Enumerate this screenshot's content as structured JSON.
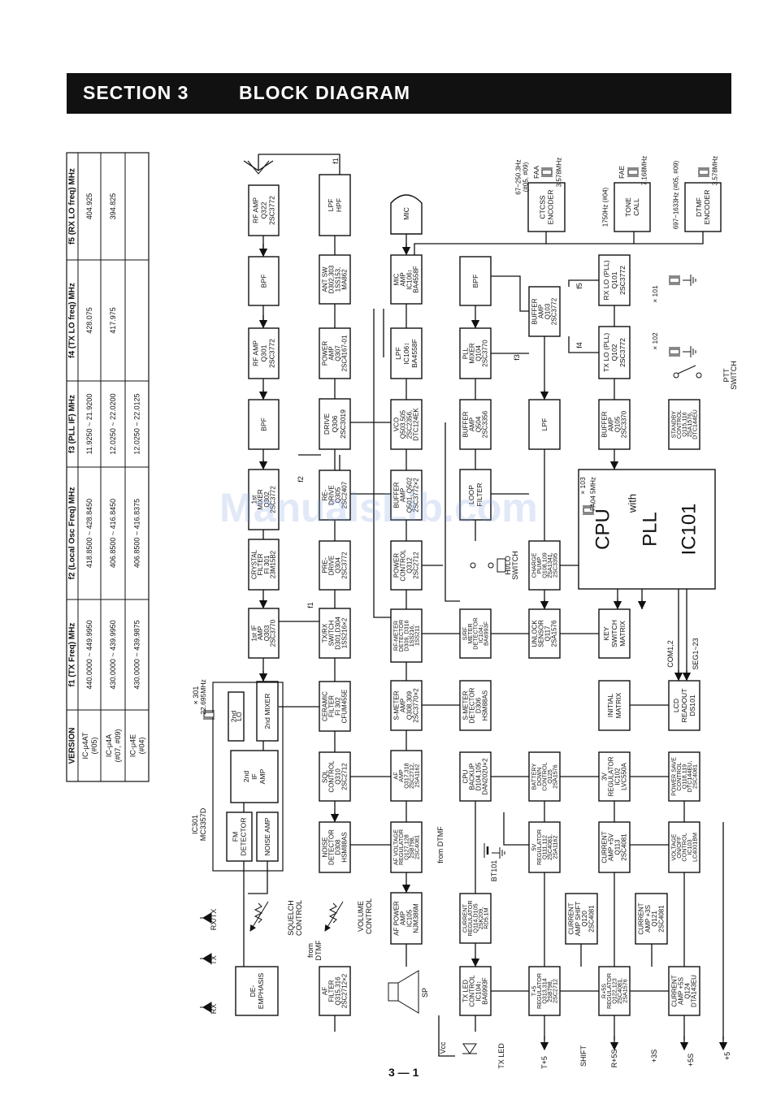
{
  "header": {
    "section": "SECTION 3",
    "title": "BLOCK DIAGRAM"
  },
  "page_number": "3 — 1",
  "watermark": "ManualsLib.com",
  "version_table": {
    "headers": [
      "VERSION",
      "f1 (TX Freq) MHz",
      "f2 (Local Osc Freq) MHz",
      "f3 (PLL IF) MHz",
      "f4 (TX LO freq) MHz",
      "f5 (RX LO freq) MHz"
    ],
    "rows": [
      [
        "IC-μ4AT (#05)",
        "440.0000 ~ 449.9950",
        "418.8500 ~ 428.8450",
        "11.9250 ~ 21.9200",
        "428.075",
        "404.925"
      ],
      [
        "IC-μ4A (#07, #09)",
        "430.0000 ~ 439.9950",
        "406.8500 ~ 416.8450",
        "12.0250 ~ 22.0200",
        "417.975",
        "394.825"
      ],
      [
        "IC-μ4E (#04)",
        "430.0000 ~ 439.9875",
        "406.8500 ~ 416.8375",
        "12.0250 ~ 22.0125",
        "",
        ""
      ]
    ]
  },
  "blocks": [
    {
      "id": "rf-amp-q322",
      "lines": [
        "RF AMP",
        "Q322",
        "2SC3772"
      ]
    },
    {
      "id": "bpf-1",
      "lines": [
        "BPF"
      ]
    },
    {
      "id": "rf-amp-q301",
      "lines": [
        "RF AMP",
        "Q301",
        "2SC3772"
      ]
    },
    {
      "id": "bpf-2",
      "lines": [
        "BPF"
      ]
    },
    {
      "id": "1st-mixer",
      "lines": [
        "1st",
        "MIXER",
        "Q302",
        "2SC3772"
      ]
    },
    {
      "id": "crystal-filter",
      "lines": [
        "CRYSTAL",
        "FILTER",
        "FI 301",
        "23M15B2"
      ]
    },
    {
      "id": "1st-if-amp",
      "lines": [
        "1st IF",
        "AMP",
        "Q303",
        "2SC3770"
      ]
    },
    {
      "id": "2nd-lo",
      "lines": [
        "2nd",
        "LO"
      ]
    },
    {
      "id": "2nd-mixer",
      "lines": [
        "2nd MIXER"
      ]
    },
    {
      "id": "2nd-if-amp",
      "lines": [
        "2nd",
        "IF",
        "AMP"
      ]
    },
    {
      "id": "fm-detector",
      "lines": [
        "FM",
        "DETECTOR"
      ]
    },
    {
      "id": "noise-amp",
      "lines": [
        "NOISE AMP"
      ]
    },
    {
      "id": "de-emphasis",
      "lines": [
        "DE-",
        "EMPHASIS"
      ]
    },
    {
      "id": "lpf-hpf",
      "lines": [
        "LPF",
        "HPF"
      ]
    },
    {
      "id": "ant-sw",
      "lines": [
        "ANT SW",
        "D302,303",
        "1SS153,",
        "MA862"
      ]
    },
    {
      "id": "power-amp",
      "lines": [
        "POWER",
        "AMP",
        "Q307",
        "2SC4167-01"
      ]
    },
    {
      "id": "drive",
      "lines": [
        "DRIVE",
        "Q306",
        "2SC3019"
      ]
    },
    {
      "id": "re-drive",
      "lines": [
        "RE-",
        "DRIVE",
        "Q305",
        "2SC2407"
      ]
    },
    {
      "id": "pre-drive",
      "lines": [
        "PRE-",
        "DRIVE",
        "Q304",
        "2SC3772"
      ]
    },
    {
      "id": "tx-rx-switch",
      "lines": [
        "TX/RX",
        "SWITCH",
        "D301,D304",
        "1SS216×2"
      ]
    },
    {
      "id": "ceramic-filter",
      "lines": [
        "CERAMIC",
        "FILTER",
        "FI 302",
        "CFUM455E"
      ]
    },
    {
      "id": "sql-control",
      "lines": [
        "SQL",
        "CONTROL",
        "Q310",
        "2SC2712"
      ]
    },
    {
      "id": "noise-detector",
      "lines": [
        "NOISE",
        "DETECTOR",
        "D308",
        "HSM88AS"
      ]
    },
    {
      "id": "af-filter",
      "lines": [
        "AF",
        "FILTER",
        "Q315,316",
        "2SC2712×2"
      ]
    },
    {
      "id": "mic-amp",
      "lines": [
        "MIC",
        "AMP",
        "IC106↕",
        "BA4558F"
      ]
    },
    {
      "id": "lpf-ic106",
      "lines": [
        "LPF",
        "IC106↕",
        "BA4558F"
      ]
    },
    {
      "id": "vco",
      "lines": [
        "VCO",
        "Q503,505",
        "2SC2356,",
        "DTC124EK"
      ]
    },
    {
      "id": "buffer-amp-q501",
      "lines": [
        "BUFFER",
        "AMP",
        "Q501, Q502",
        "2SC3772×2"
      ]
    },
    {
      "id": "power-control",
      "lines": [
        "POWER",
        "CONTROL",
        "Q312",
        "2SC2712"
      ]
    },
    {
      "id": "rf-meter-detector",
      "lines": [
        "RF-METER",
        "DETECTOR",
        "D309, D316",
        "1SS216,",
        "1SS211"
      ]
    },
    {
      "id": "s-meter-amp",
      "lines": [
        "S-METER",
        "AMP",
        "Q308,309",
        "2SC3770×2"
      ]
    },
    {
      "id": "af-amp",
      "lines": [
        "AF",
        "AMP",
        "Q317,318",
        "2SC2712,",
        "2SA1162"
      ]
    },
    {
      "id": "af-voltage-regulator",
      "lines": [
        "AF VOLTAGE",
        "REGULATOR",
        "Q127,128",
        "2SB798,",
        "2SC4081"
      ]
    },
    {
      "id": "af-power-amp",
      "lines": [
        "AF POWER",
        "AMP",
        "IC105",
        "NJM386M"
      ]
    },
    {
      "id": "bpf-3",
      "lines": [
        "BPF"
      ]
    },
    {
      "id": "pll-mixer",
      "lines": [
        "PLL",
        "MIXER",
        "Q104",
        "2SC3770"
      ]
    },
    {
      "id": "buffer-amp-q504",
      "lines": [
        "BUFFER",
        "AMP",
        "Q504",
        "2SC3356"
      ]
    },
    {
      "id": "loop-filter",
      "lines": [
        "LOOP",
        "FILTER"
      ]
    },
    {
      "id": "s-rf-meter-detector",
      "lines": [
        "S/RF",
        "METER",
        "DETECTOR",
        "IC104↕",
        "BA6993F"
      ]
    },
    {
      "id": "s-meter-detector",
      "lines": [
        "S-METER",
        "DETECTOR",
        "D306",
        "HSM88AS"
      ]
    },
    {
      "id": "cpu-backup",
      "lines": [
        "CPU",
        "BACKUP",
        "D104,105",
        "DAN202U×2"
      ]
    },
    {
      "id": "current-regulator",
      "lines": [
        "CURRENT",
        "REGULATOR",
        "Q114,D105",
        "2SK209,",
        "RD5.1M"
      ]
    },
    {
      "id": "tx-led-control",
      "lines": [
        "TX LED",
        "CONTROL",
        "IC104↕",
        "BA6993F"
      ]
    },
    {
      "id": "buffer-amp-q103",
      "lines": [
        "BUFFER",
        "AMP",
        "Q103",
        "2SC3772"
      ]
    },
    {
      "id": "lpf-3",
      "lines": [
        "LPF"
      ]
    },
    {
      "id": "charge-pump",
      "lines": [
        "CHARGE",
        "PUMP",
        "Q108,109",
        "2SA1341,",
        "2SC3395"
      ]
    },
    {
      "id": "unlock-sensor",
      "lines": [
        "UNLOCK",
        "SENSOR",
        "Q117",
        "2SA1576"
      ]
    },
    {
      "id": "battery-down-control",
      "lines": [
        "BATTERY",
        "DOWN",
        "CONTROL",
        "Q125",
        "2SA1576"
      ]
    },
    {
      "id": "5v-regulator",
      "lines": [
        "5V",
        "REGULATOR",
        "Q111,112",
        "2SC4081,",
        "2SA1162"
      ]
    },
    {
      "id": "current-amp-shift",
      "lines": [
        "CURRENT",
        "AMP SHIFT",
        "Q120",
        "2SC4081"
      ]
    },
    {
      "id": "t-5-regulator",
      "lines": [
        "T+5",
        "REGULATOR",
        "Q313,314",
        "2SB798,",
        "2SC2712"
      ]
    },
    {
      "id": "rx-lo-pll",
      "lines": [
        "RX LO (PLL)",
        "Q101",
        "2SC3772"
      ]
    },
    {
      "id": "tx-lo-pll",
      "lines": [
        "TX LO (PLL)",
        "Q102",
        "2SC3772"
      ]
    },
    {
      "id": "buffer-amp-q105",
      "lines": [
        "BUFFER",
        "AMP",
        "Q105",
        "2SC3370"
      ]
    },
    {
      "id": "key-switch-matrix",
      "lines": [
        "KEY",
        "SWITCH",
        "MATRIX"
      ]
    },
    {
      "id": "initial-matrix",
      "lines": [
        "INITIAL",
        "MATRIX"
      ]
    },
    {
      "id": "3v-regulator",
      "lines": [
        "3V",
        "REGULATOR",
        "IC102",
        "LVC550A"
      ]
    },
    {
      "id": "current-amp-5v",
      "lines": [
        "CURRENT",
        "AMP +5V",
        "Q113",
        "2SC4081"
      ]
    },
    {
      "id": "current-amp-3s",
      "lines": [
        "CURRENT",
        "AMP +3S",
        "Q121",
        "2SC4081"
      ]
    },
    {
      "id": "r-5s-regulator",
      "lines": [
        "R+5S",
        "REGULATOR",
        "Q122,123",
        "2SC4081,",
        "2SA1576"
      ]
    },
    {
      "id": "ctcss-encoder",
      "lines": [
        "CTCSS",
        "ENCODER"
      ]
    },
    {
      "id": "tone-call",
      "lines": [
        "TONE",
        "CALL"
      ]
    },
    {
      "id": "dtmf-encoder",
      "lines": [
        "DTMF",
        "ENCODER"
      ]
    },
    {
      "id": "standby-control",
      "lines": [
        "STANDBY",
        "CONTROL",
        "Q115,116",
        "2SA1576,",
        "DTC144EU"
      ]
    },
    {
      "id": "lcd-readout",
      "lines": [
        "LCD",
        "READOUT",
        "DS101"
      ]
    },
    {
      "id": "power-save-control",
      "lines": [
        "POWER SAVE",
        "CONTROL",
        "Q118,119",
        "DTC144EU,",
        "2SC4081"
      ]
    },
    {
      "id": "voltage-on-off-control",
      "lines": [
        "VOLTAGE",
        "ON/OFF",
        "CONTROL",
        "IC103",
        "LC4001BM"
      ]
    },
    {
      "id": "current-amp-5s",
      "lines": [
        "CURRENT",
        "AMP +5S",
        "Q124",
        "DTA143EU"
      ]
    },
    {
      "id": "mic",
      "lines": [
        "MIC"
      ]
    },
    {
      "id": "cpu-pll",
      "lines": [
        "CPU",
        "with",
        "PLL",
        "IC101"
      ]
    }
  ],
  "labels": {
    "ic301": "IC301",
    "ic301_part": "MC3357D",
    "x301": "× 301",
    "x301_freq": "22.695MHz",
    "x101": "× 101",
    "x102": "× 102",
    "x103": "× 103",
    "fa04": "FA04 5MHz",
    "faa": "FAA",
    "fae": "FAE",
    "ctcss_freq": "67~250.3Hz",
    "ctcss_ver": "(#05, #09)",
    "ctcss_xtal": "3.578MHz",
    "tone_freq": "1750Hz (#04)",
    "tone_xtal": "7.168MHz",
    "dtmf_freq": "697~1633Hz (#05, #09)",
    "dtmf_xtal": "3.578MHz",
    "f1": "f1",
    "f2": "f2",
    "f3": "f3",
    "f4": "f4",
    "f5": "f5",
    "f1b": "f1",
    "squelch": "SQUELCH",
    "squelch2": "CONTROL",
    "volume": "VOLUME",
    "volume2": "CONTROL",
    "from_dtmf_1": "from",
    "from_dtmf_2": "DTMF",
    "from_dtmf_3": "from DTMF",
    "hi_lo": "HI/LO",
    "hi_lo2": "SWITCH",
    "ptt": "PTT",
    "ptt2": "SWITCH",
    "bt101": "BT101",
    "com12": "COM1,2",
    "seg123": "SEG1~23",
    "rx_tx": "RX/TX",
    "tx": "TX",
    "rx": "RX",
    "sp": "SP",
    "tx_led": "TX LED",
    "vcc": "Vcc",
    "t5": "T+5",
    "shift": "SHIFT",
    "r5s": "R+5S",
    "p3s": "+3S",
    "p5s": "+5S",
    "p5": "+5"
  }
}
